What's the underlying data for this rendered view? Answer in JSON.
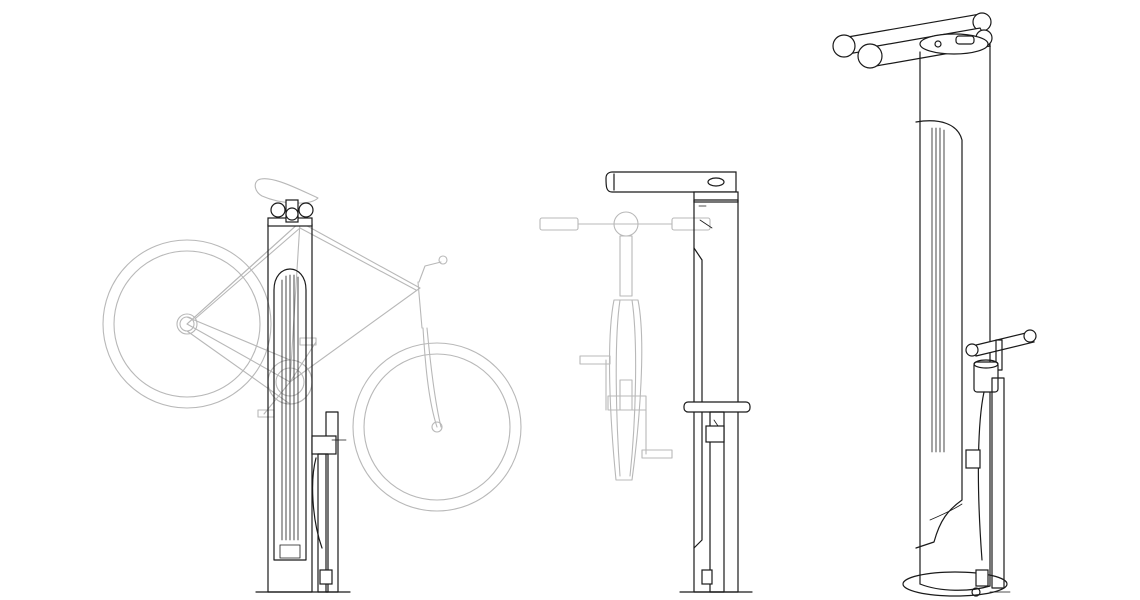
{
  "figure": {
    "views": [
      {
        "name": "side-view-with-bicycle"
      },
      {
        "name": "front-view-with-bicycle"
      },
      {
        "name": "perspective-view"
      }
    ],
    "colors": {
      "background": "#ffffff",
      "line": "#1a1a1a",
      "ghost_bicycle": "#b8b8b8"
    }
  }
}
